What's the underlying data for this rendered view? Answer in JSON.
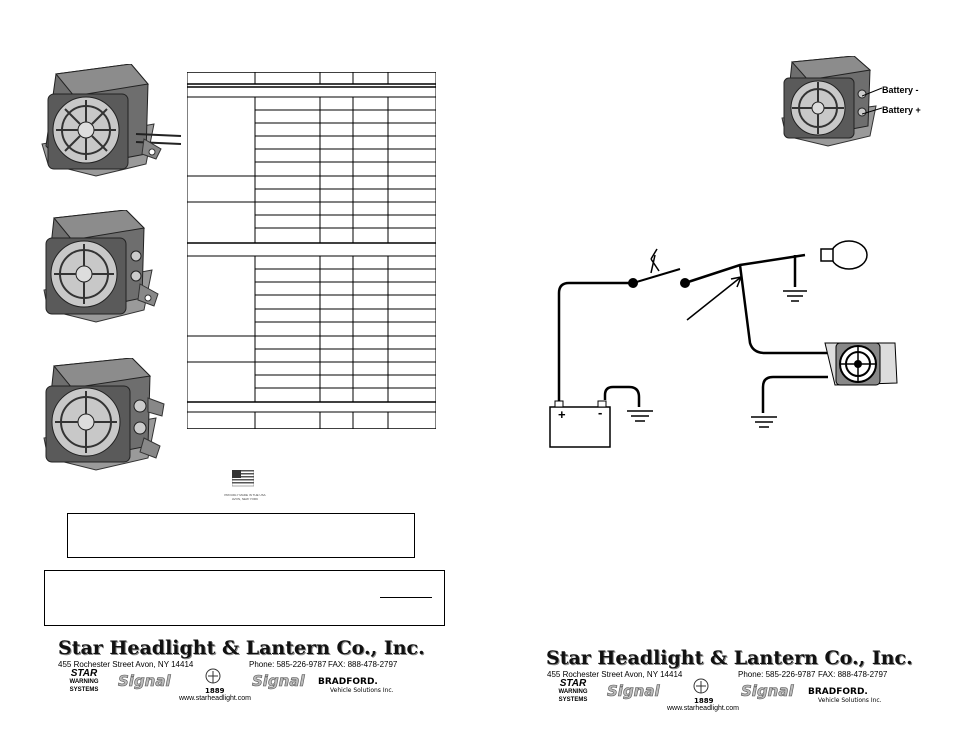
{
  "diagram": {
    "battery_minus_label": "Battery -",
    "battery_plus_label": "Battery +",
    "battery_pos_sign": "+",
    "battery_neg_sign": "-"
  },
  "flag": {
    "caption_line1": "PROUDLY MADE IN THE USA",
    "caption_line2": "AVON, NEW YORK"
  },
  "footer": {
    "company": "Star Headlight & Lantern Co., Inc.",
    "address": "455 Rochester Street     Avon, NY  14414",
    "phone": "Phone: 585-226-9787",
    "fax": "FAX: 888-478-2797",
    "website": "www.starheadlight.com",
    "logos": {
      "star_line1": "STAR",
      "star_line2": "WARNING",
      "star_line3": "SYSTEMS",
      "signal_1": "Signal",
      "signal_2": "Signal",
      "year": "1889",
      "bradford": "BRADFORD.",
      "bradford_sub": "Vehicle Solutions Inc."
    }
  },
  "colors": {
    "ink": "#000000",
    "device_body": "#6e6e6e",
    "device_face": "#bdbdbd"
  }
}
